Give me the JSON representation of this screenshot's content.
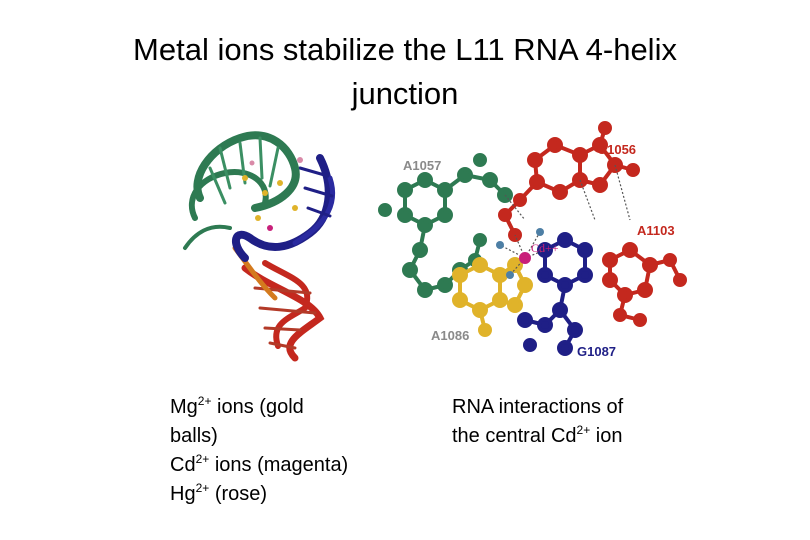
{
  "title": {
    "line1": "Metal ions stabilize the L11 RNA 4-helix",
    "line2": "junction"
  },
  "figure_labels": {
    "a1057": "A1057",
    "g1056": "G1056",
    "a1103": "A1103",
    "cd": "Cd++",
    "a1086": "A1086",
    "g1087": "G1087"
  },
  "captions": {
    "left": {
      "l1_pre": "Mg",
      "l1_sup": "2+",
      "l1_post": " ions (gold",
      "l2": "balls)",
      "l3_pre": "Cd",
      "l3_sup": "2+",
      "l3_post": " ions (magenta)",
      "l4_pre": "Hg",
      "l4_sup": "2+",
      "l4_post": " (rose)"
    },
    "right": {
      "l1": "RNA interactions of",
      "l2_pre": "the central Cd",
      "l2_sup": "2+",
      "l2_post": " ion"
    }
  },
  "colors": {
    "green": "#2e7a52",
    "blue": "#1f1f86",
    "red": "#c4281e",
    "gold": "#e0b32a",
    "magenta": "#c8207a",
    "rose": "#d98aa8",
    "label_gray": "#8a8a8a"
  }
}
